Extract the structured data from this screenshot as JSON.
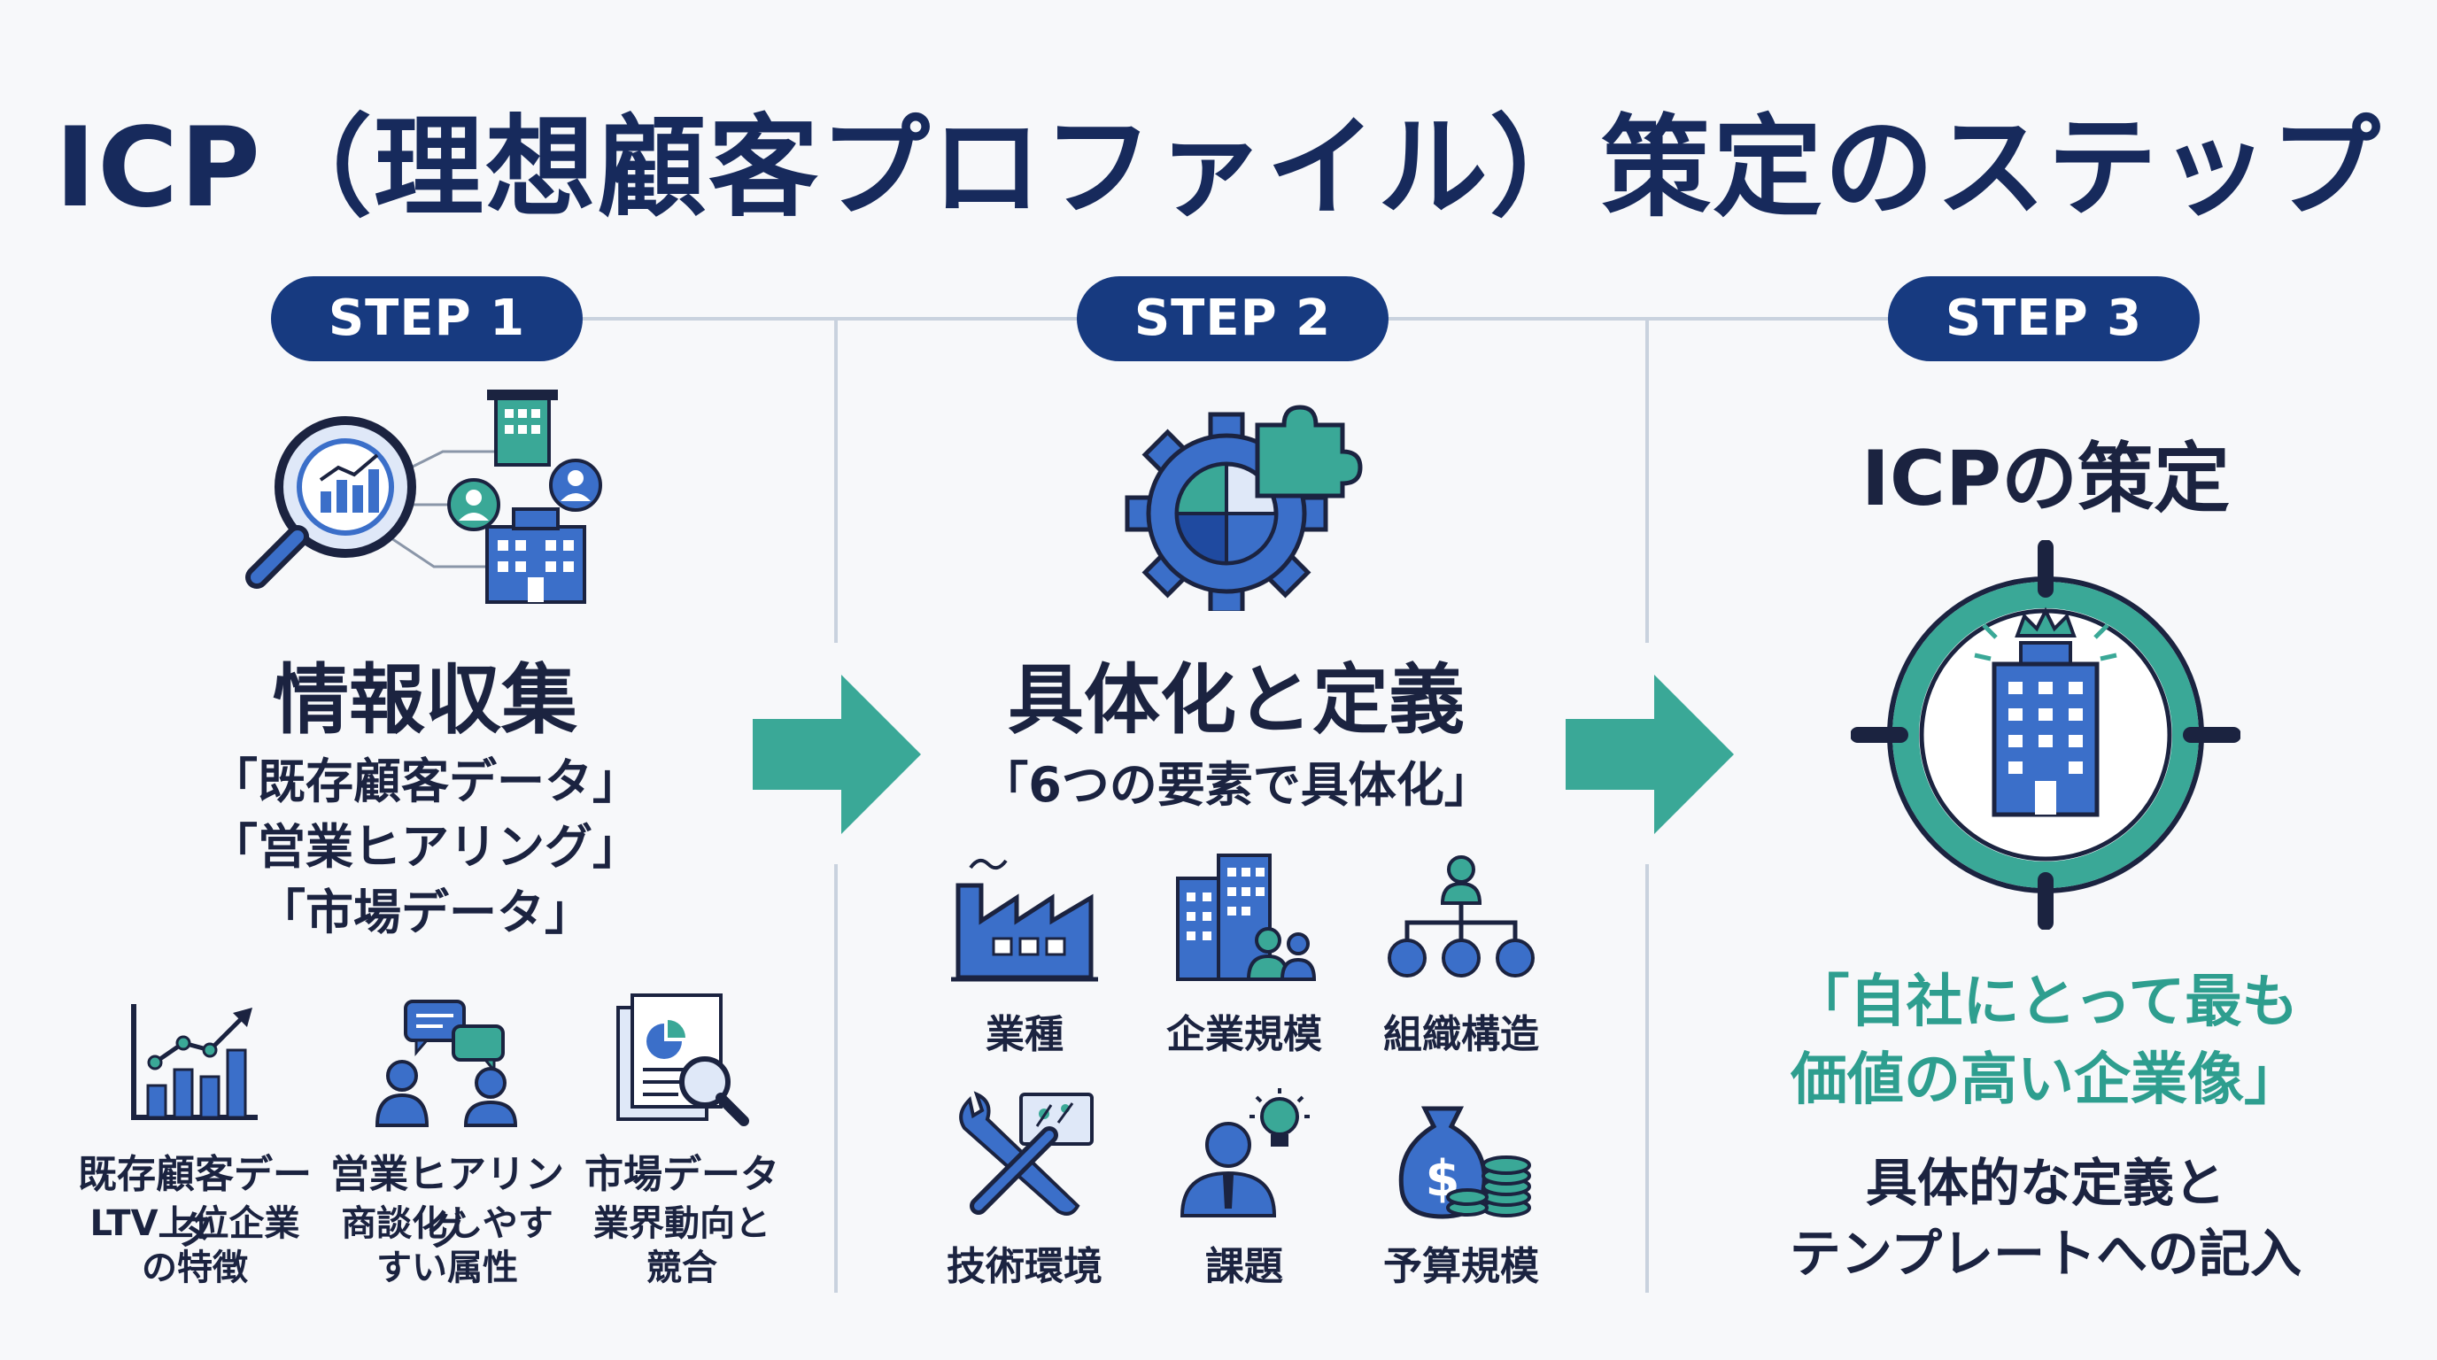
{
  "title": "ICP（理想顧客プロファイル）策定のステップ",
  "colors": {
    "navy": "#173a80",
    "blue": "#3b6fc9",
    "teal": "#3aa897",
    "dark": "#1b2340"
  },
  "steps": [
    {
      "badge": "STEP 1",
      "heading": "情報収集",
      "subtext": [
        "「既存顧客データ」",
        "「営業ヒアリング」",
        "「市場データ」"
      ],
      "items": [
        {
          "icon": "bar-chart-icon",
          "label": "既存顧客データ",
          "desc": [
            "LTV上位企業",
            "の特徴"
          ]
        },
        {
          "icon": "chat-people-icon",
          "label": "営業ヒアリング",
          "desc": [
            "商談化しやす",
            "すい属性"
          ]
        },
        {
          "icon": "document-search-icon",
          "label": "市場データ",
          "desc": [
            "業界動向と",
            "競合"
          ]
        }
      ]
    },
    {
      "badge": "STEP 2",
      "heading": "具体化と定義",
      "subtext": [
        "「6つの要素で具体化」"
      ],
      "items": [
        {
          "icon": "factory-icon",
          "label": "業種"
        },
        {
          "icon": "buildings-people-icon",
          "label": "企業規模"
        },
        {
          "icon": "org-chart-icon",
          "label": "組織構造"
        },
        {
          "icon": "tools-icon",
          "label": "技術環境"
        },
        {
          "icon": "person-lightbulb-icon",
          "label": "課題"
        },
        {
          "icon": "money-bag-icon",
          "label": "予算規模"
        }
      ]
    },
    {
      "badge": "STEP 3",
      "heading": "ICPの策定",
      "highlight": [
        "「自社にとって最も",
        "価値の高い企業像」"
      ],
      "result": [
        "具体的な定義と",
        "テンプレートへの記入"
      ]
    }
  ]
}
